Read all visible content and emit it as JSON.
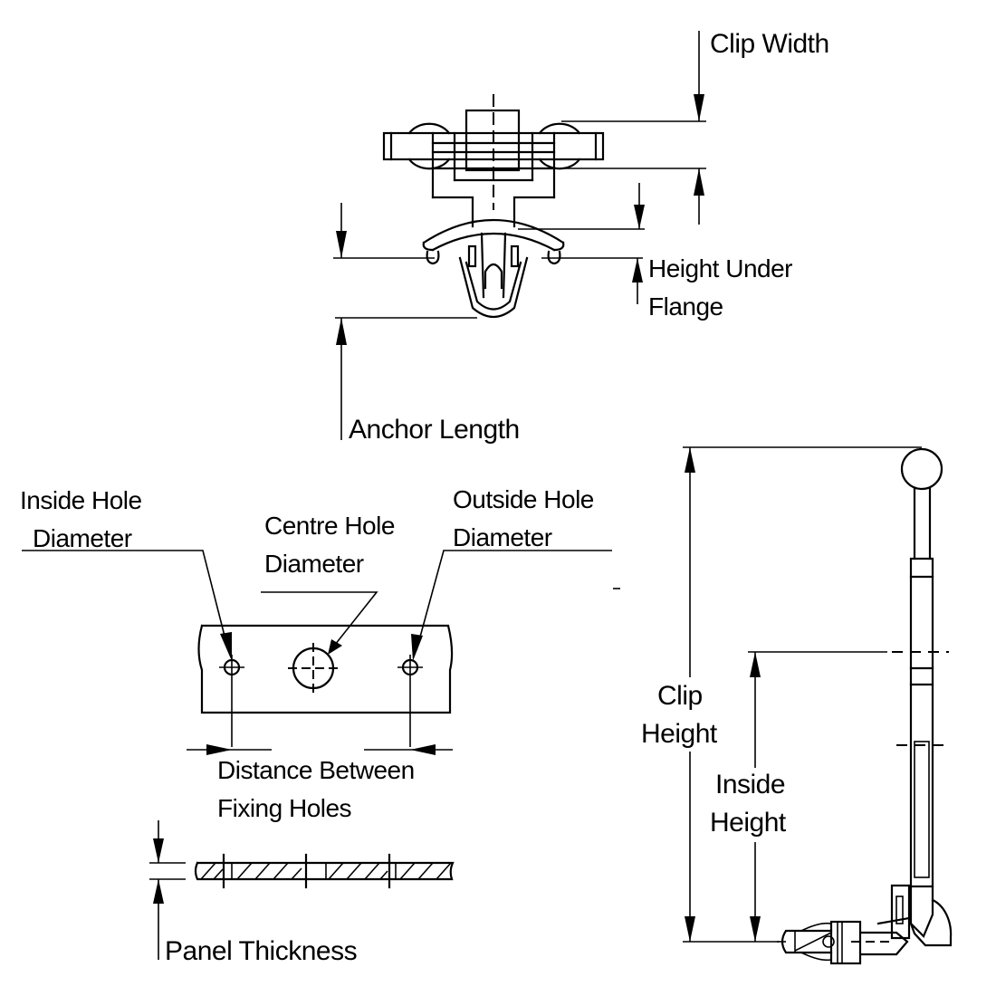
{
  "diagram": {
    "title": "Clip dimension reference diagram",
    "colors": {
      "line": "#000000",
      "background": "#ffffff"
    },
    "labels": {
      "clip_width": "Clip Width",
      "height_under_flange_1": "Height Under",
      "height_under_flange_2": "Flange",
      "anchor_length": "Anchor Length",
      "inside_hole_diameter_1": "Inside Hole",
      "inside_hole_diameter_2": "Diameter",
      "centre_hole_diameter_1": "Centre Hole",
      "centre_hole_diameter_2": "Diameter",
      "outside_hole_diameter_1": "Outside Hole",
      "outside_hole_diameter_2": "Diameter",
      "distance_between_fixing_holes_1": "Distance Between",
      "distance_between_fixing_holes_2": "Fixing Holes",
      "panel_thickness": "Panel Thickness",
      "clip_height_1": "Clip",
      "clip_height_2": "Height",
      "inside_height_1": "Inside",
      "inside_height_2": "Height"
    },
    "views": [
      "clip-front-view",
      "panel-hole-plan-view",
      "panel-section-view",
      "clip-side-view"
    ]
  }
}
